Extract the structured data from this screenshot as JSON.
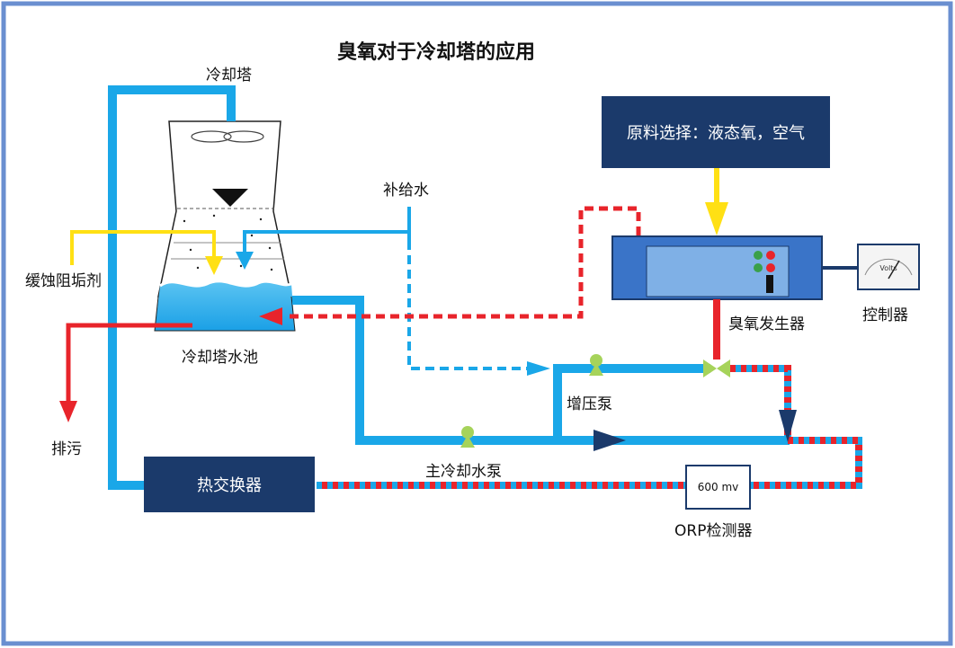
{
  "title": "臭氧对于冷却塔的应用",
  "labels": {
    "cooling_tower": "冷却塔",
    "makeup_water": "补给水",
    "inhibitor": "缓蚀阻垢剂",
    "drain": "排污",
    "basin": "冷却塔水池",
    "booster_pump": "增压泵",
    "main_pump": "主冷却水泵",
    "heat_exchanger": "热交换器",
    "orp_detector": "ORP检测器",
    "orp_value": "600 mv",
    "ozone_generator": "臭氧发生器",
    "controller": "控制器",
    "feed_selection": "原料选择：液态氧，空气",
    "gauge_label": "Volts"
  },
  "colors": {
    "water": "#1aa7e8",
    "ozone": "#e8242b",
    "chemical": "#ffe014",
    "dark_box": "#1b3a6b",
    "generator": "#3a74c8",
    "frame": "#6a8fd0",
    "valve": "#a6d35a"
  }
}
